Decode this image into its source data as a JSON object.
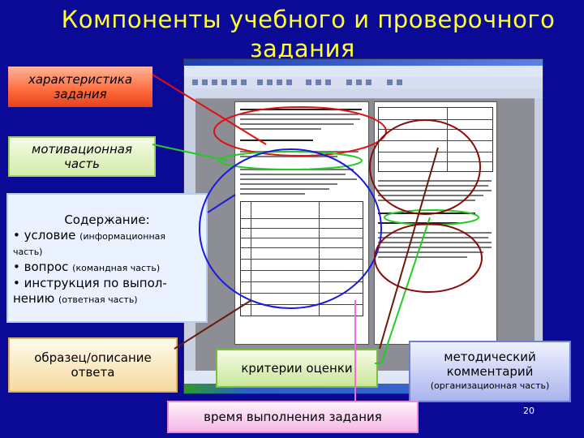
{
  "title": {
    "line1": "Компоненты учебного и проверочного",
    "line2": "задания"
  },
  "labels": {
    "characteristic": {
      "line1": "характеристика",
      "line2": "задания"
    },
    "motivation": {
      "line1": "мотивационная",
      "line2": "часть"
    },
    "content": {
      "head": "Содержание:",
      "item1_main": "• условие",
      "item1_note": "(информационная",
      "item1_note2": "часть)",
      "item2_main": "• вопрос",
      "item2_note": "(командная часть)",
      "item3_main": "• инструкция по выпол-",
      "item3_main2": "нению",
      "item3_note": "(ответная часть)"
    },
    "sample": {
      "line1": "образец/описание",
      "line2": "ответа"
    },
    "criteria": "критерии оценки",
    "method": {
      "line1": "методический",
      "line2": "комментарий",
      "note": "(организационная часть)"
    },
    "time": "время выполнения задания"
  },
  "page_number": "20",
  "colors": {
    "background": "#0a0a96",
    "title": "#ffff33",
    "red_line": "#e01010",
    "green_line": "#22cc22",
    "blue_line": "#1a1ae0",
    "brown_line": "#6a1a08",
    "pink_line": "#ff66dd",
    "dark_red_line": "#8a0a0a"
  },
  "icons": [
    "document-screenshot"
  ]
}
